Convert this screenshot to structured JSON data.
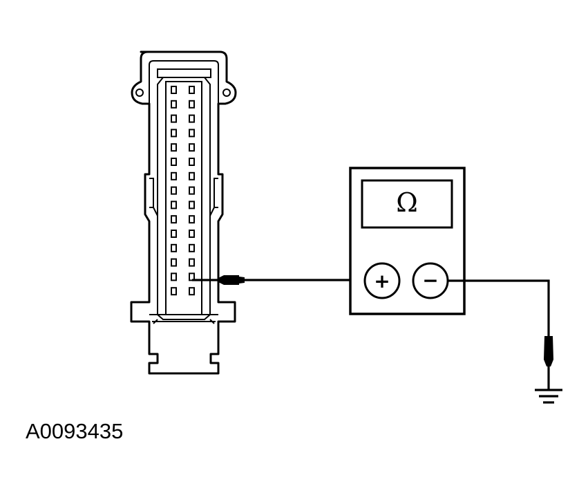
{
  "figure_id": "A0093435",
  "meter": {
    "display_symbol": "Ω",
    "positive_terminal": "+",
    "negative_terminal": "−"
  },
  "connector": {
    "pin_rows": 15,
    "pin_columns": 2
  }
}
